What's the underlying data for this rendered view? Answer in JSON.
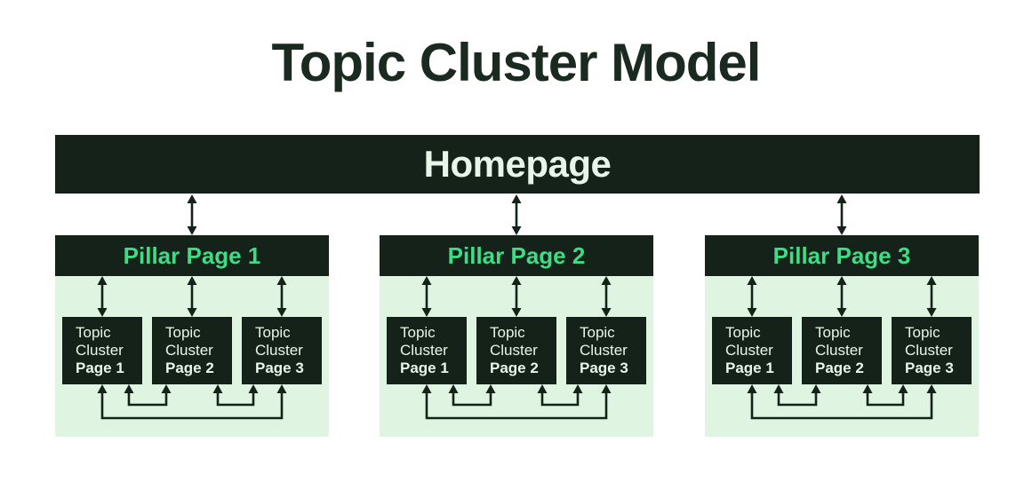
{
  "title": "Topic Cluster Model",
  "homepage": {
    "label": "Homepage"
  },
  "groups": [
    {
      "label": "Pillar Page 1",
      "boxes": [
        {
          "line1": "Topic",
          "line2": "Cluster",
          "line3": "Page 1"
        },
        {
          "line1": "Topic",
          "line2": "Cluster",
          "line3": "Page 2"
        },
        {
          "line1": "Topic",
          "line2": "Cluster",
          "line3": "Page 3"
        }
      ]
    },
    {
      "label": "Pillar Page 2",
      "boxes": [
        {
          "line1": "Topic",
          "line2": "Cluster",
          "line3": "Page 1"
        },
        {
          "line1": "Topic",
          "line2": "Cluster",
          "line3": "Page 2"
        },
        {
          "line1": "Topic",
          "line2": "Cluster",
          "line3": "Page 3"
        }
      ]
    },
    {
      "label": "Pillar Page 3",
      "boxes": [
        {
          "line1": "Topic",
          "line2": "Cluster",
          "line3": "Page 1"
        },
        {
          "line1": "Topic",
          "line2": "Cluster",
          "line3": "Page 2"
        },
        {
          "line1": "Topic",
          "line2": "Cluster",
          "line3": "Page 3"
        }
      ]
    }
  ],
  "connections": {
    "homepage_to_pillars": "bidirectional",
    "pillar_to_clusters": "bidirectional",
    "cluster_to_cluster": [
      [
        "Page 1",
        "Page 2"
      ],
      [
        "Page 2",
        "Page 3"
      ],
      [
        "Page 1",
        "Page 3"
      ]
    ]
  },
  "colors": {
    "dark": "#15221a",
    "light_green": "#dff5e1",
    "accent_green": "#3edc84",
    "mint_text": "#e7f6e9",
    "title_text": "#1b2a21",
    "canvas_bg": "#ffffff"
  }
}
